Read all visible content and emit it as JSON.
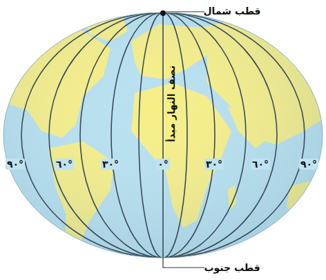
{
  "diagram": {
    "labels": [
      "قطب شمال",
      "نصف النهار مبدأ",
      "قطب جنوب",
      "٩٠°",
      "٦٠°",
      "٣٠°",
      "٠°",
      "٣٠°",
      "٦٠°",
      "٩٠°"
    ]
  }
}
